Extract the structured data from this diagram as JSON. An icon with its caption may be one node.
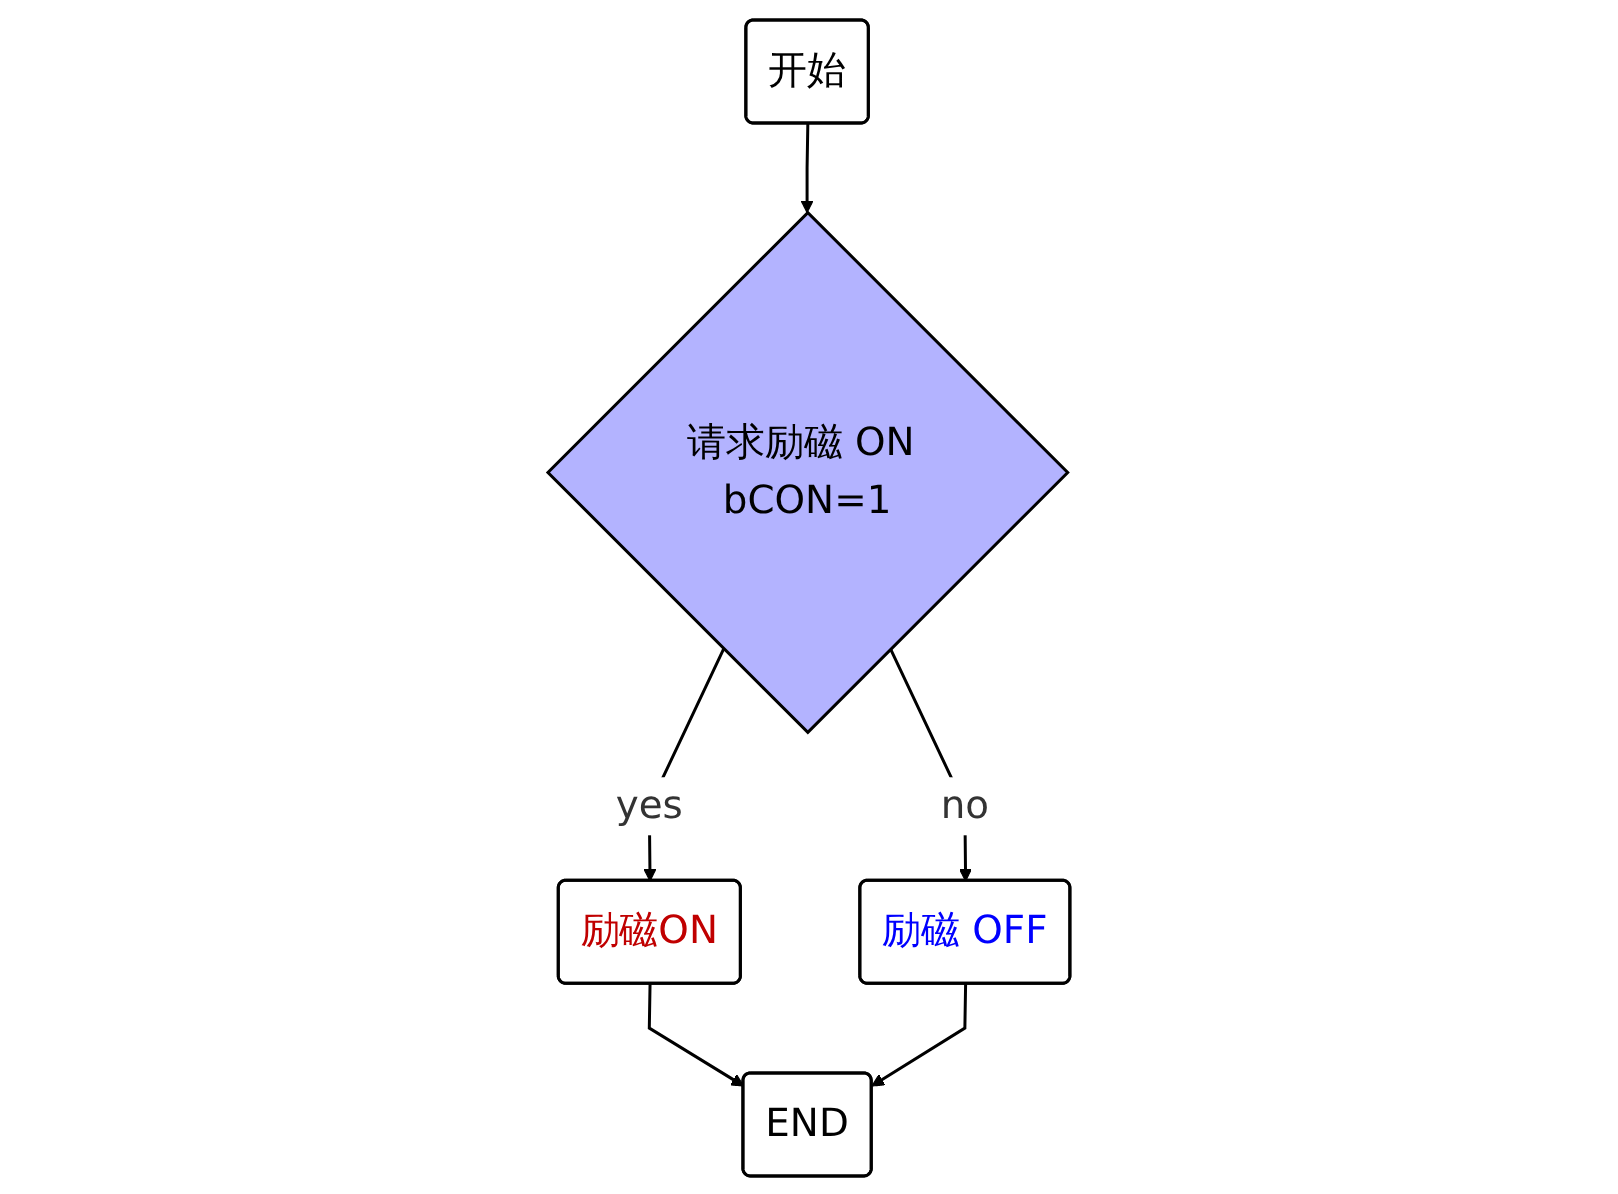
{
  "diagram": {
    "nodes": [
      {
        "text": [
          "开始"
        ]
      },
      {
        "text": [
          "请求励磁 ON bCON=1"
        ]
      },
      {
        "text": [
          "励磁ON"
        ]
      },
      {
        "text": [
          "励磁 OFF"
        ]
      },
      {
        "text": [
          "END"
        ]
      }
    ],
    "edges": [
      {
        "from": 0,
        "to": 1,
        "arrow": "to"
      },
      {
        "from": 1,
        "to": 2,
        "arrow": "to",
        "label": "yes"
      },
      {
        "from": 1,
        "to": 3,
        "arrow": "to",
        "label": "no"
      },
      {
        "from": 2,
        "to": 4,
        "arrow": "to"
      },
      {
        "from": 3,
        "to": 4,
        "arrow": "to"
      }
    ]
  }
}
